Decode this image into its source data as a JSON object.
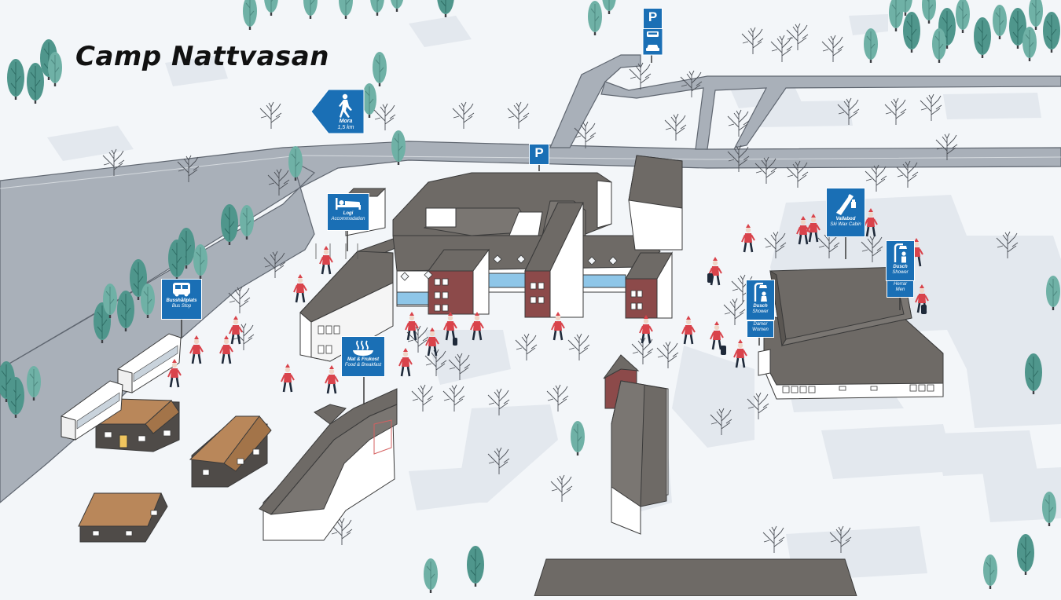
{
  "map": {
    "title": "Camp Nattvasan",
    "parking_label": "P",
    "direction": {
      "place": "Mora",
      "distance": "1,5 km",
      "icon": "walking-person-icon"
    },
    "signs": {
      "accommodation": {
        "line1": "Logi",
        "line2": "Accommodation",
        "icon": "bed-icon"
      },
      "bus_stop": {
        "line1": "Busshållplats",
        "line2": "Bus Stop",
        "icon": "bus-icon"
      },
      "food": {
        "line1": "Mat & Frukost",
        "line2": "Food & Breakfast",
        "icon": "food-bowl-icon"
      },
      "wax_cabin": {
        "line1": "Vallabod",
        "line2": "Ski Wax Cabin",
        "icon": "ski-wax-icon"
      },
      "shower_women": {
        "line1": "Dusch",
        "line2": "Shower",
        "tag1": "Damer",
        "tag2": "Women",
        "icon": "shower-icon"
      },
      "shower_men": {
        "line1": "Dusch",
        "line2": "Shower",
        "tag1": "Herrar",
        "tag2": "Men",
        "icon": "shower-icon"
      }
    },
    "colors": {
      "sign_blue": "#1a6fb5",
      "road": "#a9b0b9",
      "snow": "#f3f6f9",
      "lot": "#e3e8ee",
      "roof": "#6e6a66",
      "brick": "#8c4a4a",
      "tree": "#4f968c",
      "skier_jacket": "#d9434b"
    }
  }
}
